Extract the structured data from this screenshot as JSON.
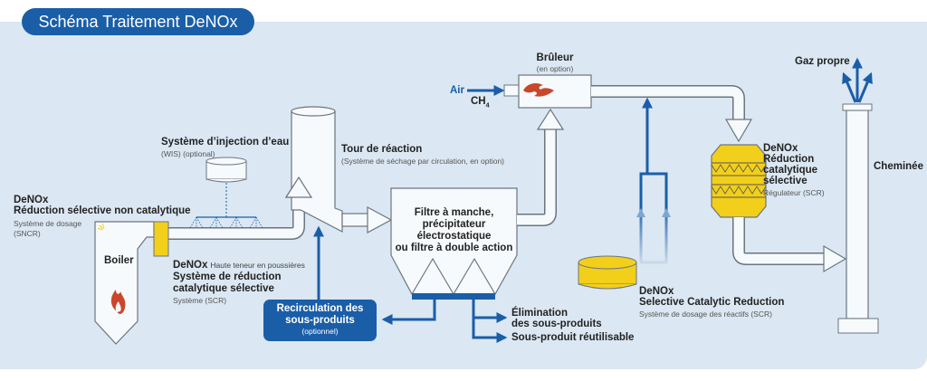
{
  "title": "Schéma Traitement DeNOx",
  "colors": {
    "accent_blue": "#1a5ea8",
    "background_panel": "#dbe7f2",
    "component_fill": "#f7fafc",
    "outline": "#6b7580",
    "catalyst_yellow": "#f2cf1a",
    "flame_red": "#c9472a"
  },
  "components": {
    "sncr": {
      "heading": "DeNOx",
      "title": "Réduction sélective non catalytique",
      "sub1": "Système de dosage",
      "sub2": "(SNCR)"
    },
    "boiler": {
      "label": "Boiler",
      "icon": "flame-icon"
    },
    "wis": {
      "title": "Système d’injection d’eau",
      "sub": "(WIS) (optional)"
    },
    "scr_high_dust": {
      "heading": "DeNOx",
      "heading_note": "Haute teneur en poussières",
      "title1": "Système de réduction",
      "title2": "catalytique sélective",
      "sub": "Système (SCR)"
    },
    "reaction_tower": {
      "title": "Tour de réaction",
      "sub": "(Système de séchage par circulation, en option)"
    },
    "filter": {
      "line1": "Filtre à manche,",
      "line2": "précipitateur",
      "line3": "électrostatique",
      "line4": "ou filtre à double action"
    },
    "recirculation": {
      "line1": "Recirculation des",
      "line2": "sous-produits",
      "line3": "(optionnel)"
    },
    "outputs": {
      "elimination1": "Élimination",
      "elimination2": "des sous-produits",
      "reusable": "Sous-produit réutilisable"
    },
    "burner": {
      "title": "Brûleur",
      "sub": "(en option)",
      "air": "Air",
      "ch4": "CH",
      "ch4_sub": "4"
    },
    "scr_dosing": {
      "heading": "DeNOx",
      "title": "Selective Catalytic Reduction",
      "sub": "Système de dosage des réactifs (SCR)"
    },
    "scr_regulator": {
      "heading": "DeNOx",
      "title1": "Réduction",
      "title2": "catalytique",
      "title3": "sélective",
      "sub": "Régulateur (SCR)"
    },
    "chimney": {
      "label": "Cheminée",
      "output": "Gaz propre"
    }
  }
}
